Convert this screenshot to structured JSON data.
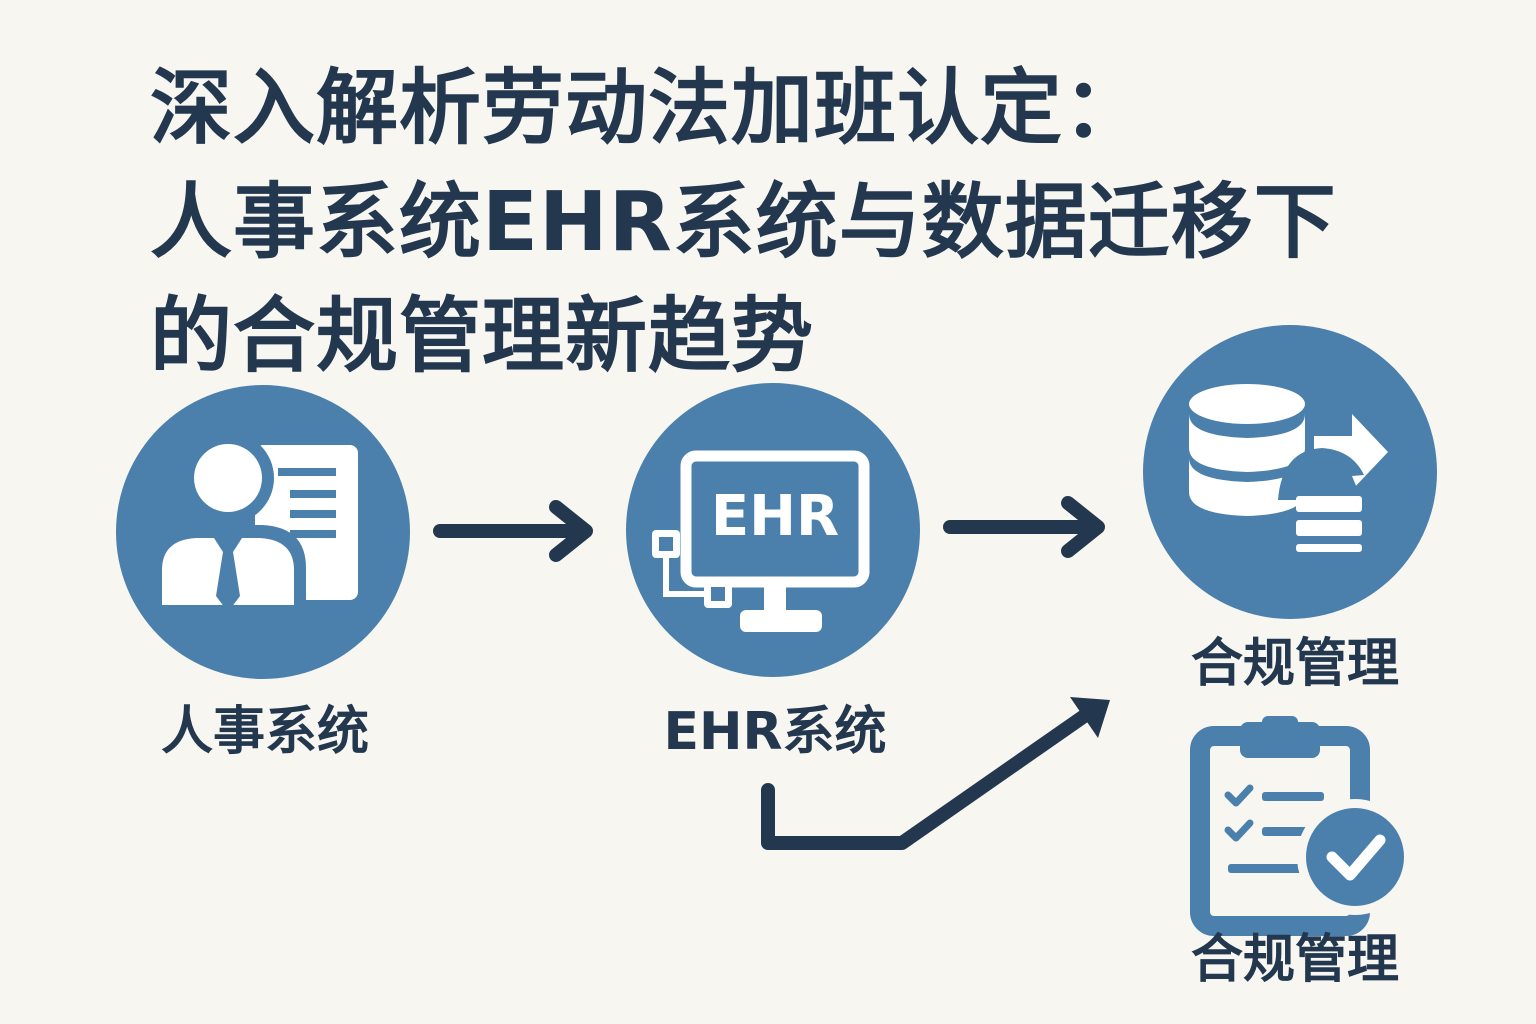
{
  "title": {
    "line1": "深入解析劳动法加班认定：",
    "line2": "人事系统EHR系统与数据迁移下",
    "line3": "的合规管理新趋势"
  },
  "nodes": {
    "hr_system": {
      "label": "人事系统",
      "icon": "person-document-icon"
    },
    "ehr_system": {
      "label": "EHR系统",
      "screen_text": "EHR",
      "icon": "monitor-icon"
    },
    "compliance_data": {
      "label": "合规管理",
      "icon": "database-arrow-icon"
    },
    "compliance_checklist": {
      "label": "合规管理",
      "icon": "clipboard-check-icon"
    }
  },
  "colors": {
    "background": "#f8f6f1",
    "circle": "#4a80ab",
    "dark": "#23384f",
    "icon_light": "#ffffff"
  }
}
